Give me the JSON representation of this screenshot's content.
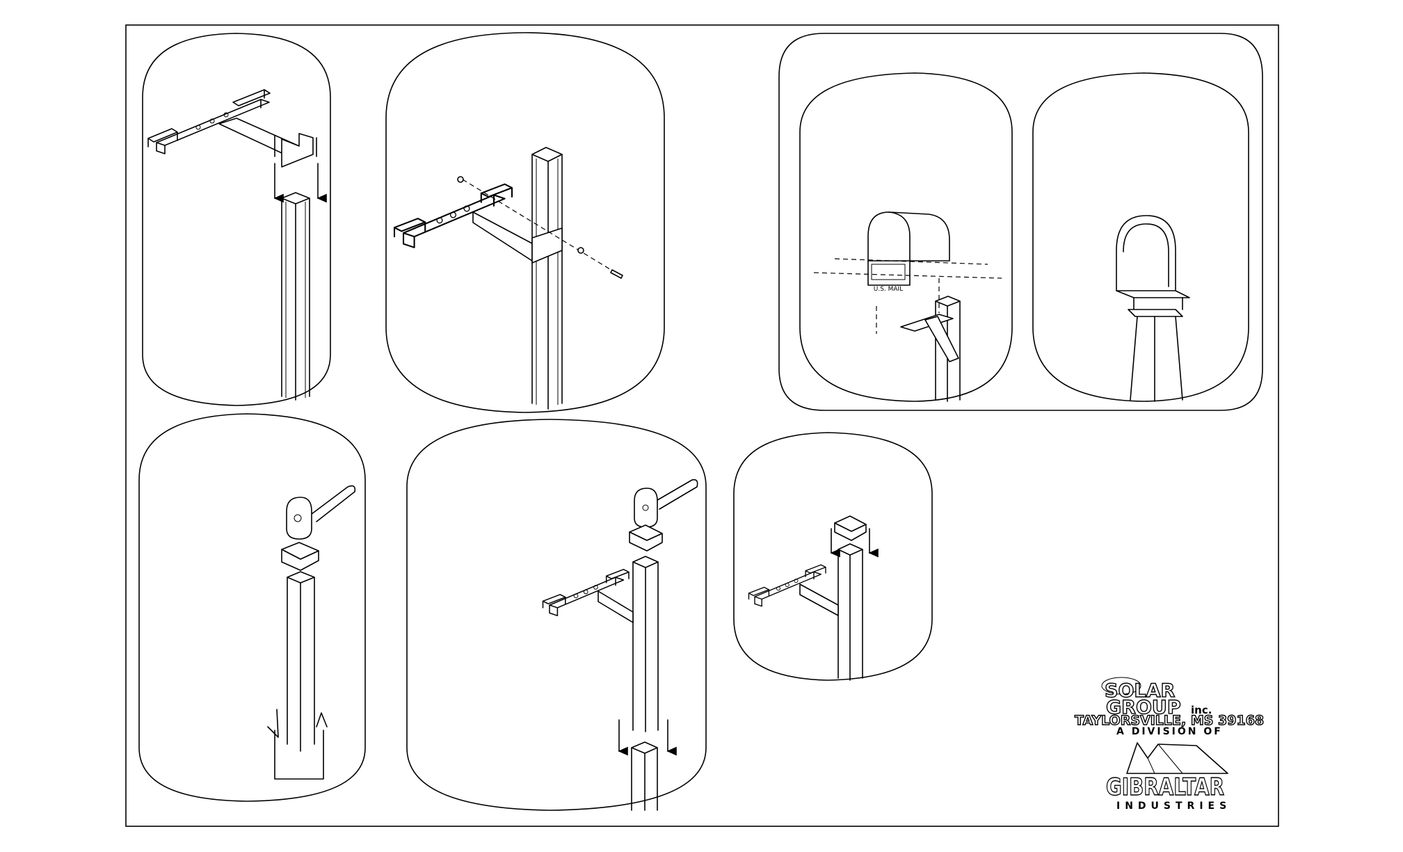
{
  "logo": {
    "brand_line1": "SOLAR",
    "brand_line2": "GROUP",
    "brand_suffix": "inc.",
    "address": "TAYLORSVILLE, MS  39168",
    "division": "A DIVISION OF",
    "parent_name": "GIBRALTAR",
    "parent_sub": "INDUSTRIES"
  },
  "mailbox": {
    "flag_text": "U.S. MAIL"
  },
  "colors": {
    "line": "#000000",
    "background": "#ffffff"
  }
}
